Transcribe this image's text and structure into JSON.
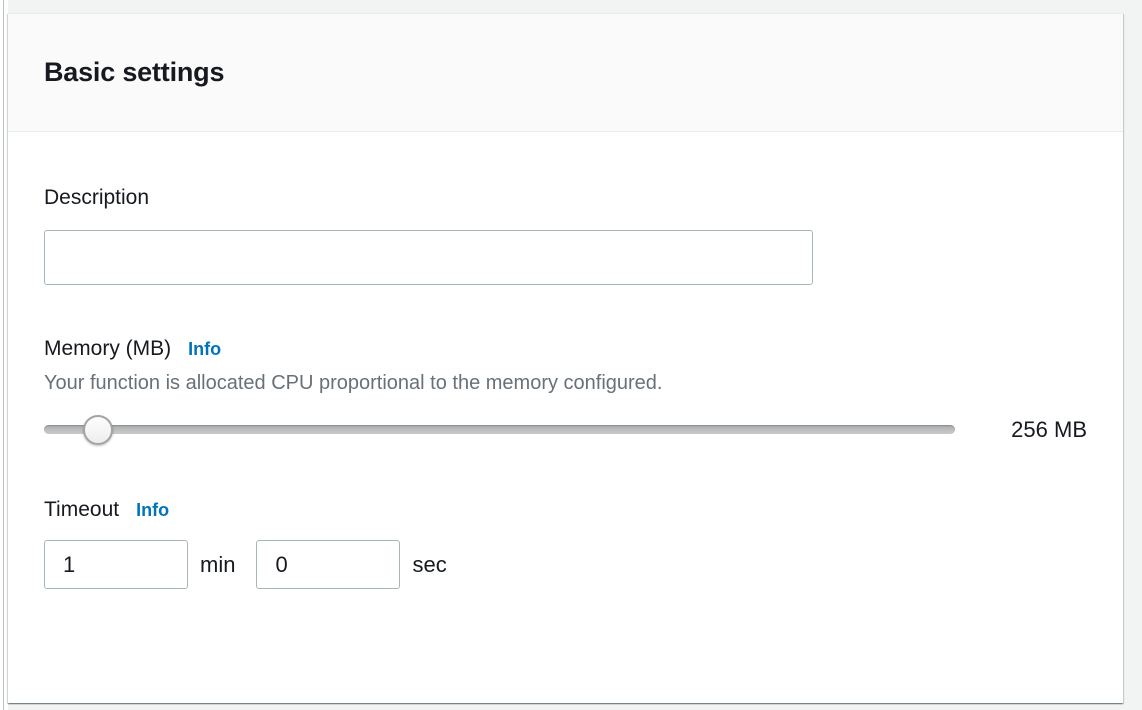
{
  "panel": {
    "title": "Basic settings"
  },
  "description": {
    "label": "Description",
    "value": ""
  },
  "memory": {
    "label": "Memory (MB)",
    "info_label": "Info",
    "helper": "Your function is allocated CPU proportional to the memory configured.",
    "value_display": "256 MB",
    "slider_position_percent": 5.9
  },
  "timeout": {
    "label": "Timeout",
    "info_label": "Info",
    "minutes": {
      "value": "1",
      "unit": "min"
    },
    "seconds": {
      "value": "0",
      "unit": "sec"
    }
  },
  "colors": {
    "label_text": "#16191f",
    "helper_text": "#687078",
    "info_link": "#0073bb",
    "input_border": "#aab7b8",
    "header_bg": "#fafafa",
    "divider": "#eaeded",
    "page_bg": "#f2f3f3",
    "slider_track": "#b9bbbd"
  }
}
